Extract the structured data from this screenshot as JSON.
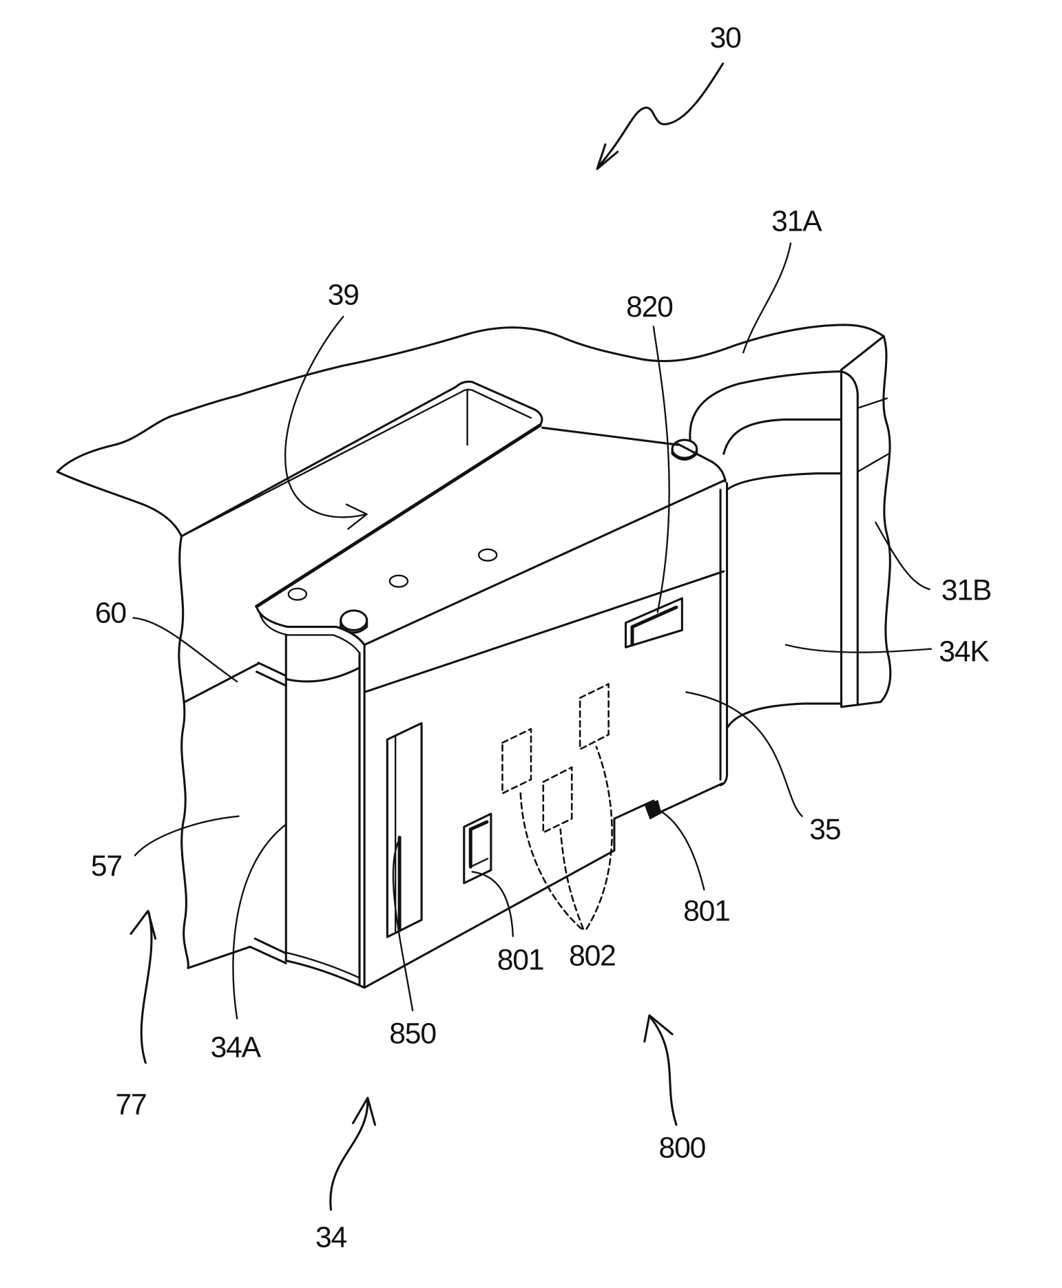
{
  "labels": [
    "30",
    "31A",
    "39",
    "820",
    "31B",
    "60",
    "34K",
    "35",
    "57",
    "801",
    "801",
    "802",
    "850",
    "34A",
    "77",
    "800",
    "34"
  ]
}
